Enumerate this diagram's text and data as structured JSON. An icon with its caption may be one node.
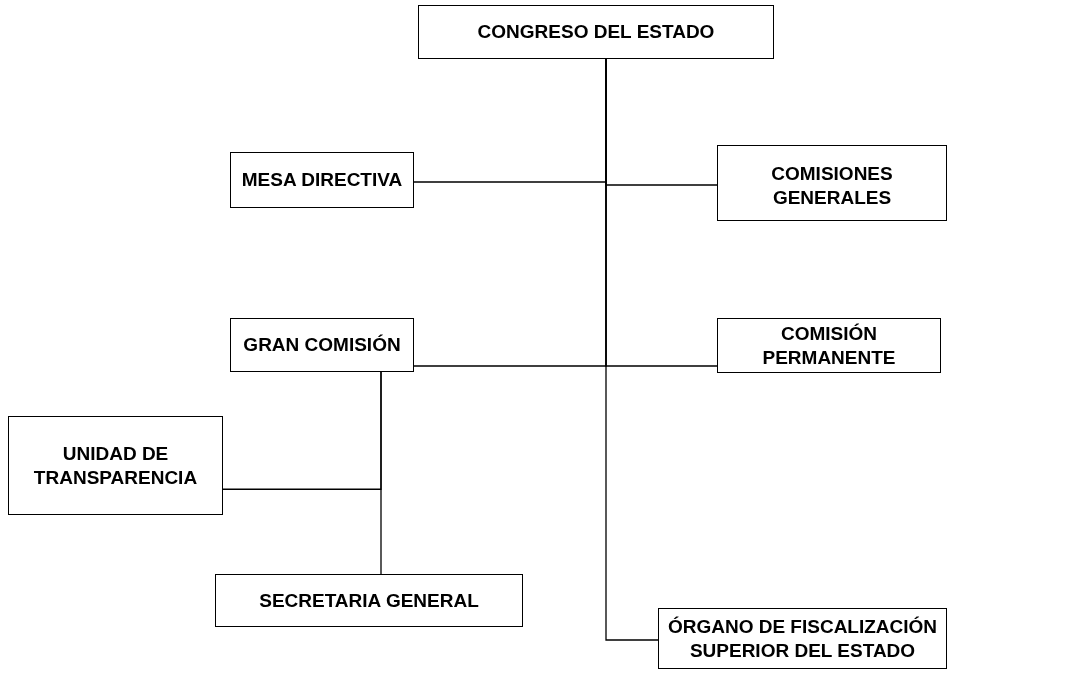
{
  "diagram": {
    "nodes": [
      {
        "text": [
          "CONGRESO DEL ESTADO"
        ]
      },
      {
        "text": [
          "MESA DIRECTIVA"
        ]
      },
      {
        "text": [
          "COMISIONES GENERALES"
        ]
      },
      {
        "text": [
          "GRAN COMISIÓN"
        ]
      },
      {
        "text": [
          "COMISIÓN PERMANENTE"
        ]
      },
      {
        "text": [
          "UNIDAD DE TRANSPARENCIA"
        ]
      },
      {
        "text": [
          "SECRETARIA GENERAL"
        ]
      },
      {
        "text": [
          "ÓRGANO DE FISCALIZACIÓN SUPERIOR DEL ESTADO"
        ]
      }
    ],
    "edges": [
      {
        "from": 0,
        "to": 1,
        "arrow": "none"
      },
      {
        "from": 0,
        "to": 2,
        "arrow": "none"
      },
      {
        "from": 0,
        "to": 3,
        "arrow": "none"
      },
      {
        "from": 0,
        "to": 4,
        "arrow": "none"
      },
      {
        "from": 0,
        "to": 7,
        "arrow": "none"
      },
      {
        "from": 3,
        "to": 5,
        "arrow": "none"
      },
      {
        "from": 3,
        "to": 6,
        "arrow": "none"
      }
    ]
  }
}
